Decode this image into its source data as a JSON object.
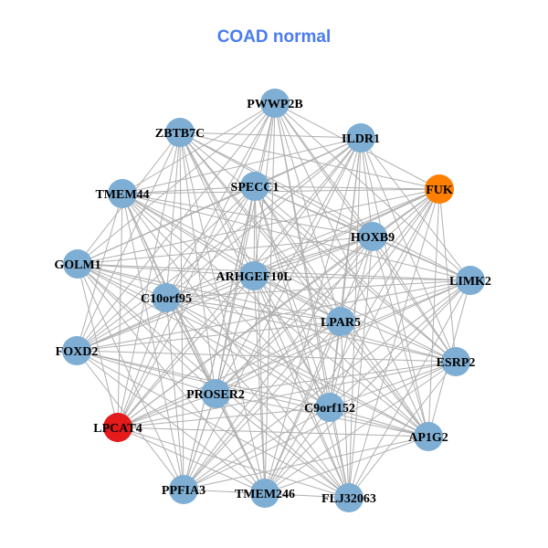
{
  "title": "COAD normal",
  "colors": {
    "default_node": "#7eaed3",
    "edge": "#b0b0b0",
    "highlight_orange": "#ff8000",
    "highlight_red": "#e41a1c",
    "title": "#4a7cf0"
  },
  "nodes": [
    {
      "id": "PWWP2B",
      "color": "#7eaed3"
    },
    {
      "id": "ZBTB7C",
      "color": "#7eaed3"
    },
    {
      "id": "ILDR1",
      "color": "#7eaed3"
    },
    {
      "id": "TMEM44",
      "color": "#7eaed3"
    },
    {
      "id": "SPECC1",
      "color": "#7eaed3"
    },
    {
      "id": "FUK",
      "color": "#ff8000"
    },
    {
      "id": "HOXB9",
      "color": "#7eaed3"
    },
    {
      "id": "GOLM1",
      "color": "#7eaed3"
    },
    {
      "id": "ARHGEF10L",
      "color": "#7eaed3"
    },
    {
      "id": "LIMK2",
      "color": "#7eaed3"
    },
    {
      "id": "C10orf95",
      "color": "#7eaed3"
    },
    {
      "id": "LPAR5",
      "color": "#7eaed3"
    },
    {
      "id": "FOXD2",
      "color": "#7eaed3"
    },
    {
      "id": "ESRP2",
      "color": "#7eaed3"
    },
    {
      "id": "PROSER2",
      "color": "#7eaed3"
    },
    {
      "id": "C9orf152",
      "color": "#7eaed3"
    },
    {
      "id": "LPCAT4",
      "color": "#e41a1c"
    },
    {
      "id": "AP1G2",
      "color": "#7eaed3"
    },
    {
      "id": "PPFIA3",
      "color": "#7eaed3"
    },
    {
      "id": "TMEM246",
      "color": "#7eaed3"
    },
    {
      "id": "FLJ32063",
      "color": "#7eaed3"
    }
  ],
  "missing_edges": [
    [
      "PWWP2B",
      "ZBTB7C"
    ],
    [
      "GOLM1",
      "FOXD2"
    ],
    [
      "ESRP2",
      "LIMK2"
    ],
    [
      "TMEM246",
      "PPFIA3"
    ],
    [
      "AP1G2",
      "ESRP2"
    ],
    [
      "ILDR1",
      "FUK"
    ],
    [
      "TMEM44",
      "ZBTB7C"
    ],
    [
      "LPCAT4",
      "FOXD2"
    ],
    [
      "FLJ32063",
      "TMEM246"
    ],
    [
      "HOXB9",
      "LPAR5"
    ],
    [
      "C10orf95",
      "ARHGEF10L"
    ],
    [
      "PROSER2",
      "C9orf152"
    ],
    [
      "SPECC1",
      "PWWP2B"
    ],
    [
      "LIMK2",
      "FUK"
    ],
    [
      "GOLM1",
      "TMEM44"
    ],
    [
      "PPFIA3",
      "LPCAT4"
    ],
    [
      "AP1G2",
      "FLJ32063"
    ],
    [
      "ILDR1",
      "PWWP2B"
    ],
    [
      "ZBTB7C",
      "SPECC1"
    ],
    [
      "LPAR5",
      "ESRP2"
    ]
  ]
}
